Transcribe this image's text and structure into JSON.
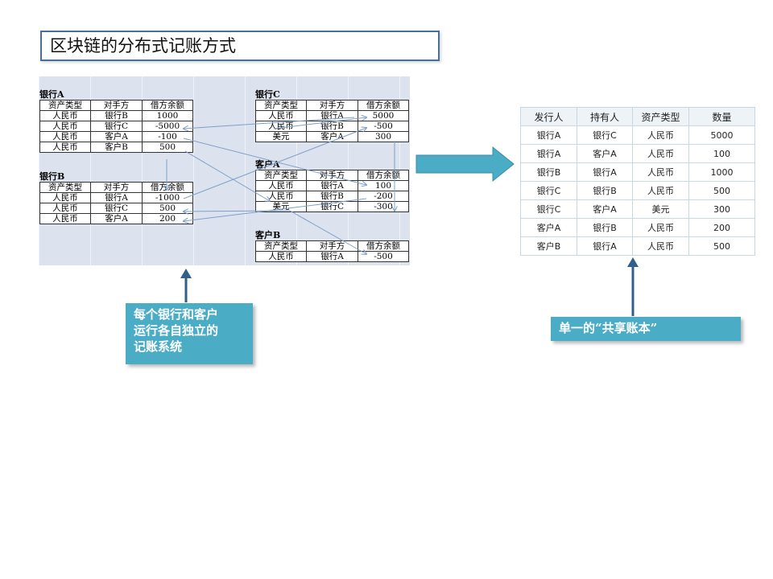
{
  "title": "区块链的分布式记账方式",
  "ledgers": {
    "bank_a": {
      "name": "银行A",
      "headers": [
        "资产类型",
        "对手方",
        "借方余额"
      ],
      "rows": [
        [
          "人民币",
          "银行B",
          "1000"
        ],
        [
          "人民币",
          "银行C",
          "-5000"
        ],
        [
          "人民币",
          "客户A",
          "-100"
        ],
        [
          "人民币",
          "客户B",
          "500"
        ]
      ]
    },
    "bank_b": {
      "name": "银行B",
      "headers": [
        "资产类型",
        "对手方",
        "借方余额"
      ],
      "rows": [
        [
          "人民币",
          "银行A",
          "-1000"
        ],
        [
          "人民币",
          "银行C",
          "500"
        ],
        [
          "人民币",
          "客户A",
          "200"
        ]
      ]
    },
    "bank_c": {
      "name": "银行C",
      "headers": [
        "资产类型",
        "对手方",
        "借方余额"
      ],
      "rows": [
        [
          "人民币",
          "银行A",
          "5000"
        ],
        [
          "人民币",
          "银行B",
          "-500"
        ],
        [
          "美元",
          "客户A",
          "300"
        ]
      ]
    },
    "client_a": {
      "name": "客户A",
      "headers": [
        "资产类型",
        "对手方",
        "借方余额"
      ],
      "rows": [
        [
          "人民币",
          "银行A",
          "100"
        ],
        [
          "人民币",
          "银行B",
          "-200"
        ],
        [
          "美元",
          "银行C",
          "-300"
        ]
      ]
    },
    "client_b": {
      "name": "客户B",
      "headers": [
        "资产类型",
        "对手方",
        "借方余额"
      ],
      "rows": [
        [
          "人民币",
          "银行A",
          "-500"
        ]
      ]
    }
  },
  "shared_ledger": {
    "headers": [
      "发行人",
      "持有人",
      "资产类型",
      "数量"
    ],
    "rows": [
      [
        "银行A",
        "银行C",
        "人民币",
        "5000"
      ],
      [
        "银行A",
        "客户A",
        "人民币",
        "100"
      ],
      [
        "银行B",
        "银行A",
        "人民币",
        "1000"
      ],
      [
        "银行C",
        "银行B",
        "人民币",
        "500"
      ],
      [
        "银行C",
        "客户A",
        "美元",
        "300"
      ],
      [
        "客户A",
        "银行B",
        "人民币",
        "200"
      ],
      [
        "客户B",
        "银行A",
        "人民币",
        "500"
      ]
    ]
  },
  "callouts": {
    "left_lines": [
      "每个银行和客户",
      "运行各自独立的",
      "记账系统"
    ],
    "right": "单一的“共享账本”"
  },
  "colors": {
    "callout_bg": "#4bacc6",
    "arrow_main": "#4bacc6",
    "arrow_up": "#2f5f8a",
    "connector": "#7f9fc9",
    "title_border": "#4a6f94"
  }
}
